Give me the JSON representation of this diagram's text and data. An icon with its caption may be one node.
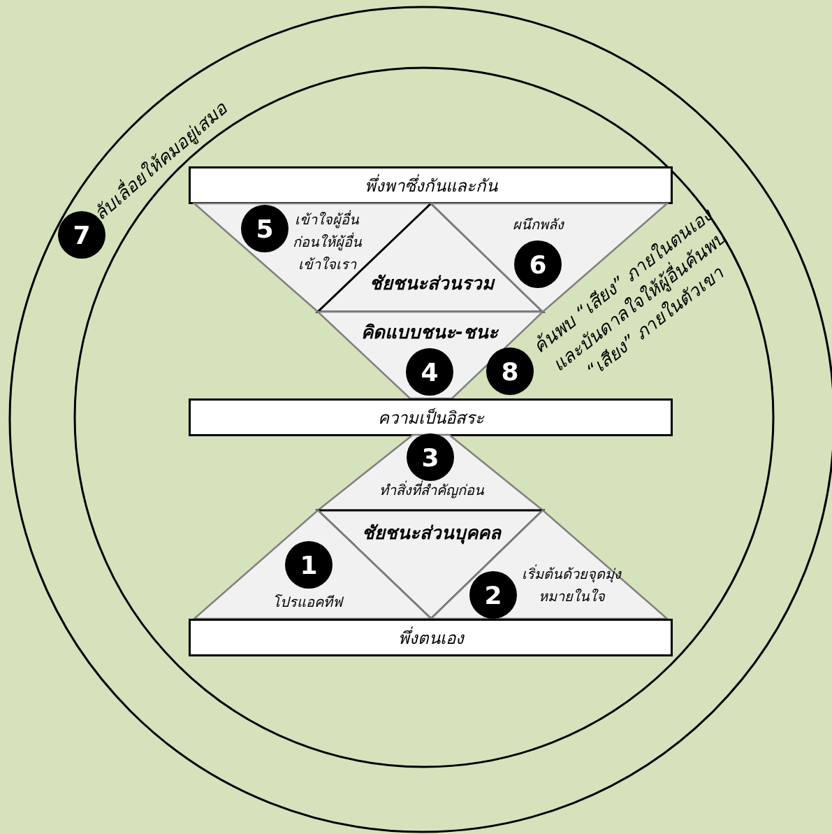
{
  "diagram": {
    "nodes": [
      {
        "text": [
          "7"
        ],
        "beside": [
          "ลับเลื่อยให้คมอยู่เสมอ"
        ]
      },
      {
        "text": [
          "พึ่งพาซึ่งกันและกัน"
        ]
      },
      {
        "text": [
          "เข้าใจผู้อื่นก่อนให้ผู้อื่นเข้าใจเรา"
        ]
      },
      {
        "text": [
          "5"
        ],
        "in": 2
      },
      {
        "text": [
          "ชัยชนะส่วนรวม"
        ]
      },
      {
        "text": [
          "ผนึกพลัง"
        ]
      },
      {
        "text": [
          "6"
        ],
        "in": 5
      },
      {
        "text": [
          "คิดแบบชนะ-ชนะ"
        ]
      },
      {
        "text": [
          "4"
        ],
        "in": 7
      },
      {
        "text": [
          "8"
        ],
        "beside": [
          "ค้นพบ “เสียง” ภายในตนเอง และบันดาลใจให้ผู้อื่นค้นพบ “เสียง” ภายในตัวเขา"
        ]
      },
      {
        "text": [
          "ความเป็นอิสระ"
        ]
      },
      {
        "text": [
          "ทำสิ่งที่สำคัญก่อน"
        ]
      },
      {
        "text": [
          "3"
        ],
        "in": 11
      },
      {
        "text": [
          "ชัยชนะส่วนบุคคล"
        ]
      },
      {
        "text": [
          "โปรแอคทีฟ"
        ]
      },
      {
        "text": [
          "1"
        ],
        "in": 14
      },
      {
        "text": [
          "เริ่มต้นด้วยจุดมุ่งหมายในใจ"
        ]
      },
      {
        "text": [
          "2"
        ],
        "in": 16
      },
      {
        "text": [
          "พึ่งตนเอง"
        ]
      }
    ]
  }
}
